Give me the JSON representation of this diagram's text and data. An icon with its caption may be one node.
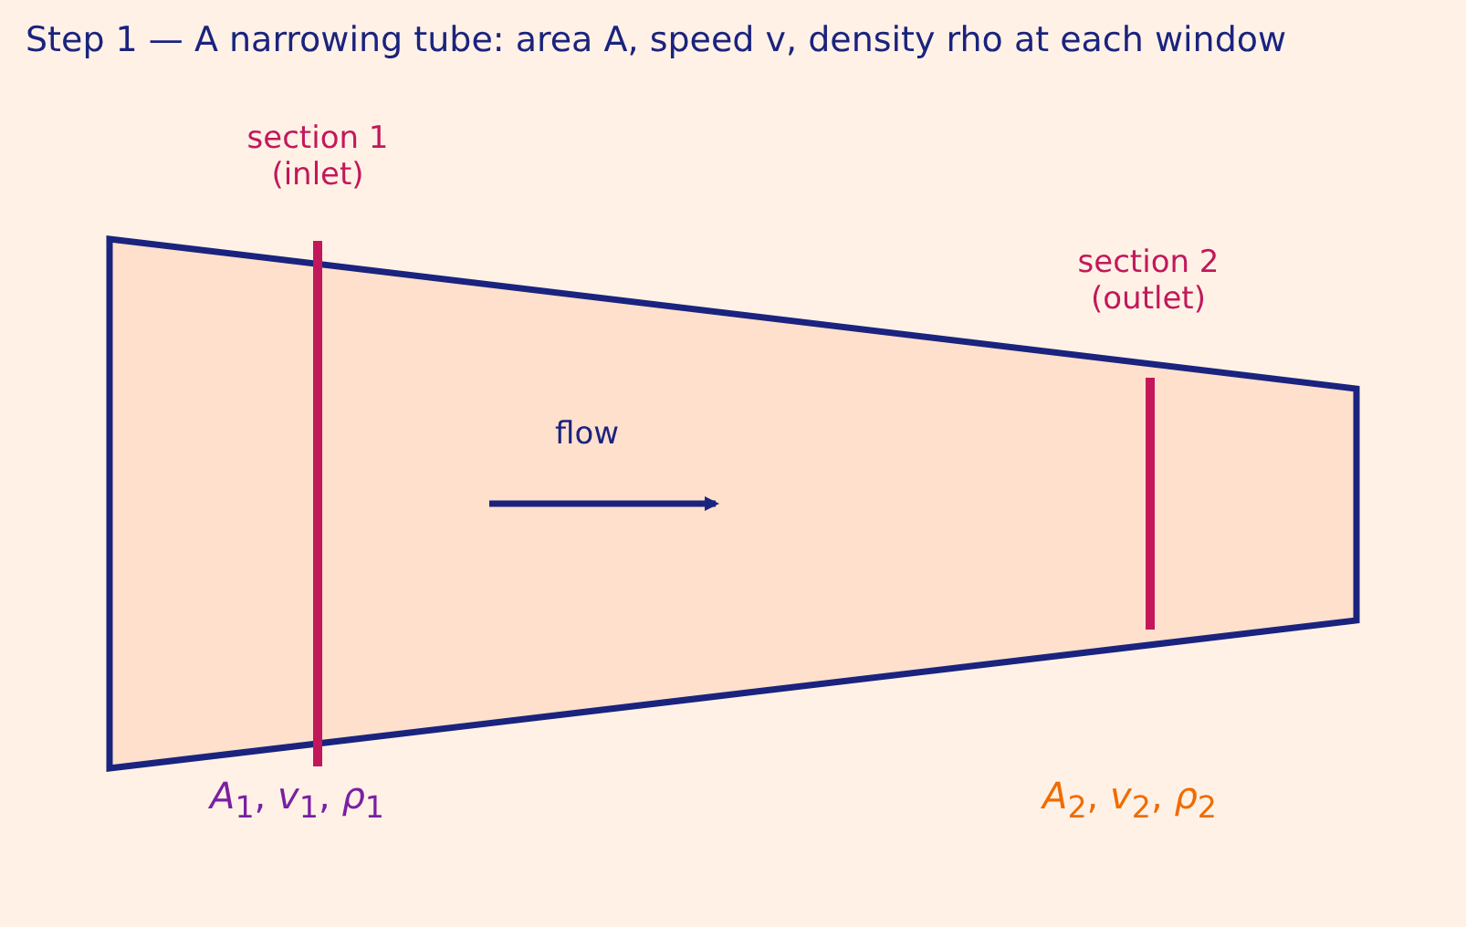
{
  "diagram": {
    "title": "Step 1 — A narrowing tube: area A, speed v, density rho at each window",
    "labels": [
      "section 1 (inlet)",
      "section 2 (outlet)",
      "flow",
      "*A*$_{1}$, *v*$_{1}$, *ρ*$_{1}$",
      "*A*$_{2}$, *v*$_{2}$, *ρ*$_{2}$"
    ]
  }
}
